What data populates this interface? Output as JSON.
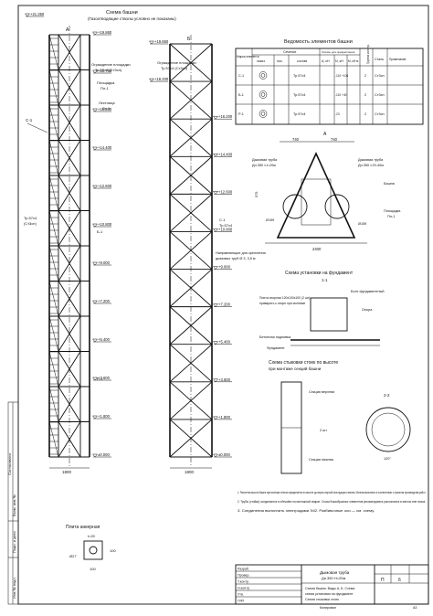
{
  "drawing": {
    "tower_scheme_title": "Схема башни",
    "tower_scheme_note": "(Газоотводящие стволы условно не показаны)",
    "section_label_a": "А",
    "section_label_b": "Б",
    "elevations_left": [
      "+21.350",
      "+19.860",
      "+18.750",
      "+16.200",
      "+14.400",
      "+12.600",
      "+10.800",
      "+9.000",
      "+7.200",
      "+5.400",
      "+3.600",
      "+1.800",
      "±0.000"
    ],
    "elevations_right": [
      "+19.860",
      "+18.200",
      "+16.200",
      "+14.400",
      "+12.600",
      "+10.800",
      "+9.000",
      "+7.200",
      "+5.400",
      "+3.600",
      "+1.800",
      "±0.000"
    ],
    "callouts": {
      "c1": "С-1",
      "servicing_platform": "Площадка",
      "platform_code": "Пл-1",
      "fence_platform": "Ограждение площадки",
      "fence_profile": "Тр.57х4 (Ст3сп)",
      "ladder": "Лестница",
      "ladder_code": "Лс-1",
      "brace_profile": "Тр.57х4",
      "brace_steel": "(Ст3сп)",
      "b1": "Б-1",
      "p1": "Р-1",
      "guide_support": "Направляющие для крепления",
      "guide_support2": "дымовых труб Ø 3, 3,5 м"
    },
    "dims_bottom": [
      "1800",
      "1800"
    ],
    "elements_table": {
      "title": "Ведомость элементов башни",
      "headers": [
        "Марка элемента",
        "Сечение",
        "эскиз",
        "поз.",
        "состав",
        "Усилие для прикрепления",
        "А, кН",
        "N, кН",
        "М, кН·м",
        "Группа констр.",
        "Сталь",
        "Примечание"
      ],
      "rows": [
        {
          "mark": "С-1",
          "comp": "Тр.57х4",
          "a": "",
          "n": "-110 +108",
          "m": "",
          "grp": "2",
          "steel": "Ст3сп"
        },
        {
          "mark": "Б-1",
          "comp": "Тр.57х4",
          "a": "",
          "n": "-110 +40",
          "m": "",
          "grp": "2",
          "steel": "Ст3сп"
        },
        {
          "mark": "Р-1",
          "comp": "Тр.57х4",
          "a": "",
          "n": "-23",
          "m": "",
          "grp": "2",
          "steel": "Ст3сп"
        }
      ]
    },
    "plan_view": {
      "title": "А",
      "dims": [
        "740",
        "740",
        "2400"
      ],
      "labels": [
        "Дымовая труба",
        "Дн.350 т.4-20м",
        "Дымовая труба",
        "Дн.350 т.20-40м",
        "Башня",
        "Площадка",
        "Пл-1"
      ],
      "marks": [
        "Ø159",
        "Ø159",
        "975"
      ]
    },
    "foundation": {
      "title": "Схема установки на фундамент",
      "section": "1-1",
      "labels": [
        "Плита опорная 120х100х100 (2 шт)",
        "приварить к опоре при монтаже",
        "Болт фундаментный",
        "Опора",
        "Фундамент",
        "Бетонная подливка"
      ]
    },
    "splice": {
      "title": "Схема стыковки стоек по высоте",
      "subtitle": "при монтаже секций башни",
      "section": "2-2",
      "labels": [
        "Секция верхняя",
        "Секция нижняя",
        "2 шт",
        "120°"
      ]
    },
    "notes": [
      "1. Расчетная высота башни при монтаже ствола определяется по высоте до верха опорной конструкции стволов. Монтаж выполнить в соответствии с проектом производства работ.",
      "2. Трубы (стойки) соединяются в обечайке на монтажной сварке. Стыки бокаобразных элементов рекомендовать располагать в местах вне пояса.",
      "3. Соединения выполнить электродами Э42. Разбивочные оси — см. схему."
    ],
    "plate": {
      "title": "Плита анкерная",
      "dims": [
        "100",
        "100",
        "Ø27",
        "t=20"
      ]
    },
    "title_block": {
      "project": "Дымовая труба",
      "project_sub": "Дн.350 Н=20м",
      "contents": [
        "Схема башни. Виды А, Б. Схема",
        "схема установки на фундамент",
        "Схема стыковки стоек"
      ],
      "stage": "П",
      "sheet": "6",
      "format": "А3",
      "sign_rows": [
        "Разраб.",
        "Провер.",
        "Т.контр.",
        "Н.контр.",
        "Утв.",
        "ГИП"
      ],
      "copied": "Копировал"
    },
    "side_strip": [
      "Инв.№ подл.",
      "Подп. и дата",
      "Взам. инв.№",
      "Согласовано"
    ]
  }
}
